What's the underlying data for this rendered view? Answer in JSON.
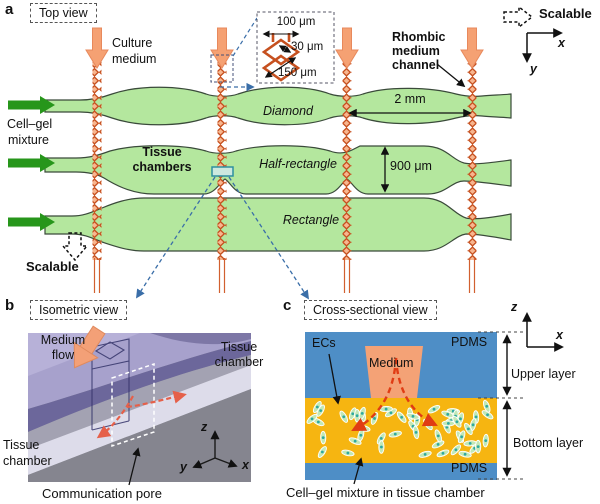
{
  "colors": {
    "chamber_green": "#b4e79e",
    "chamber_outline": "#3a4a3a",
    "inlet_arrow_green": "#27961b",
    "medium_arrow_orange": "#f5a173",
    "rhombic_channel_orange": "#c6501f",
    "callout_blue": "#3a6ea8",
    "pore_highlight_teal": "#2e8fa0",
    "pdms_blue": "#4e8ec6",
    "gel_yellow": "#f6b511",
    "flow_arrow_red": "#e03c14"
  },
  "a": {
    "panel_label": "a",
    "view_tag": "Top view",
    "culture_medium_line1": "Culture",
    "culture_medium_line2": "medium",
    "cell_gel_line1": "Cell–gel",
    "cell_gel_line2": "mixture",
    "tissue_line1": "Tissue",
    "tissue_line2": "chambers",
    "chamber_diamond": "Diamond",
    "chamber_half_rectangle": "Half-rectangle",
    "chamber_rectangle": "Rectangle",
    "rhombic_line1": "Rhombic",
    "rhombic_line2": "medium",
    "rhombic_line3": "channel",
    "dim_100": "100 μm",
    "dim_30": "30 μm",
    "dim_150": "150 μm",
    "dim_2mm": "2 mm",
    "dim_900": "900 μm",
    "scalable_top": "Scalable",
    "scalable_bottom": "Scalable",
    "axis_x": "x",
    "axis_y": "y"
  },
  "b": {
    "panel_label": "b",
    "view_tag": "Isometric view",
    "medium_flow_line1": "Medium",
    "medium_flow_line2": "flow",
    "tissue_chamber_top_line1": "Tissue",
    "tissue_chamber_top_line2": "chamber",
    "tissue_chamber_left_line1": "Tissue",
    "tissue_chamber_left_line2": "chamber",
    "caption": "Communication pore",
    "axis_x": "x",
    "axis_y": "y",
    "axis_z": "z"
  },
  "c": {
    "panel_label": "c",
    "view_tag": "Cross-sectional view",
    "ecs": "ECs",
    "medium": "Medium",
    "pdms_top": "PDMS",
    "pdms_bottom": "PDMS",
    "upper_layer": "Upper layer",
    "bottom_layer": "Bottom layer",
    "caption": "Cell–gel mixture in tissue chamber",
    "axis_x": "x",
    "axis_z": "z"
  }
}
